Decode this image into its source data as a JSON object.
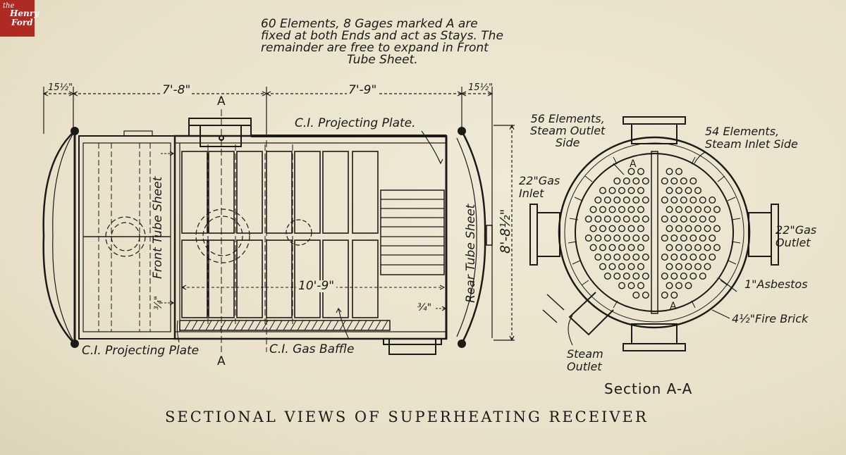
{
  "logo": {
    "line1": "the",
    "line2": "Henry",
    "line3": "Ford"
  },
  "note": {
    "line1": "60 Elements, 8 Gages marked A are",
    "line2": "fixed at both Ends and act as Stays. The",
    "line3": "remainder are free to expand in Front",
    "line4": "Tube Sheet."
  },
  "dims": {
    "left_end": "15½\"",
    "front_half": "7'-8\"",
    "rear_half": "7'-9\"",
    "right_end": "15½\"",
    "inner_length": "10'-9\"",
    "height": "8'-8½\"",
    "front_gap": "¾\"",
    "rear_gap": "¾\""
  },
  "labels": {
    "section_mark_top": "A",
    "section_mark_bottom": "A",
    "projecting_plate_top": "C.I. Projecting Plate.",
    "projecting_plate_bottom": "C.I. Projecting Plate",
    "gas_baffle": "C.I. Gas Baffle",
    "front_tube_sheet": "Front Tube Sheet",
    "rear_tube_sheet": "Rear Tube Sheet",
    "elements_outlet": [
      "56 Elements,",
      "Steam Outlet",
      "Side"
    ],
    "elements_inlet": [
      "54 Elements,",
      "Steam Inlet Side"
    ],
    "gas_inlet": [
      "22\"Gas",
      "Inlet"
    ],
    "gas_outlet": [
      "22\"Gas",
      "Outlet"
    ],
    "asbestos": "1\"Asbestos",
    "fire_brick": "4½\"Fire Brick",
    "steam_outlet": [
      "Steam",
      "Outlet"
    ],
    "gage_a_top": "A",
    "gage_a_bottom": "A"
  },
  "section_title": "Section A-A",
  "caption": "SECTIONAL VIEWS OF SUPERHEATING RECEIVER"
}
